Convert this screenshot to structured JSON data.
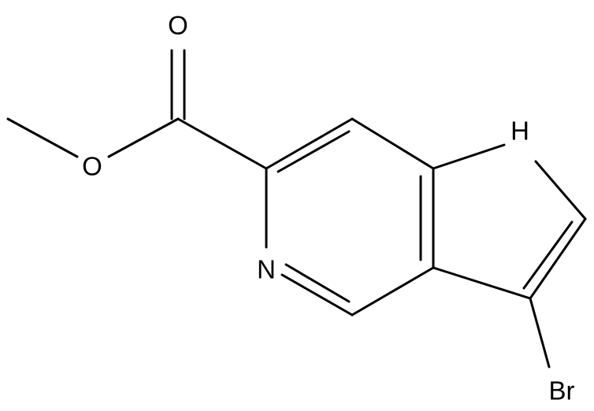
{
  "molecule": {
    "atom_labels": {
      "carbonyl_oxygen": "O",
      "ester_oxygen": "O",
      "pyrrole_nitrogen": "H",
      "pyridine_nitrogen": "N",
      "bromine": "Br"
    }
  }
}
